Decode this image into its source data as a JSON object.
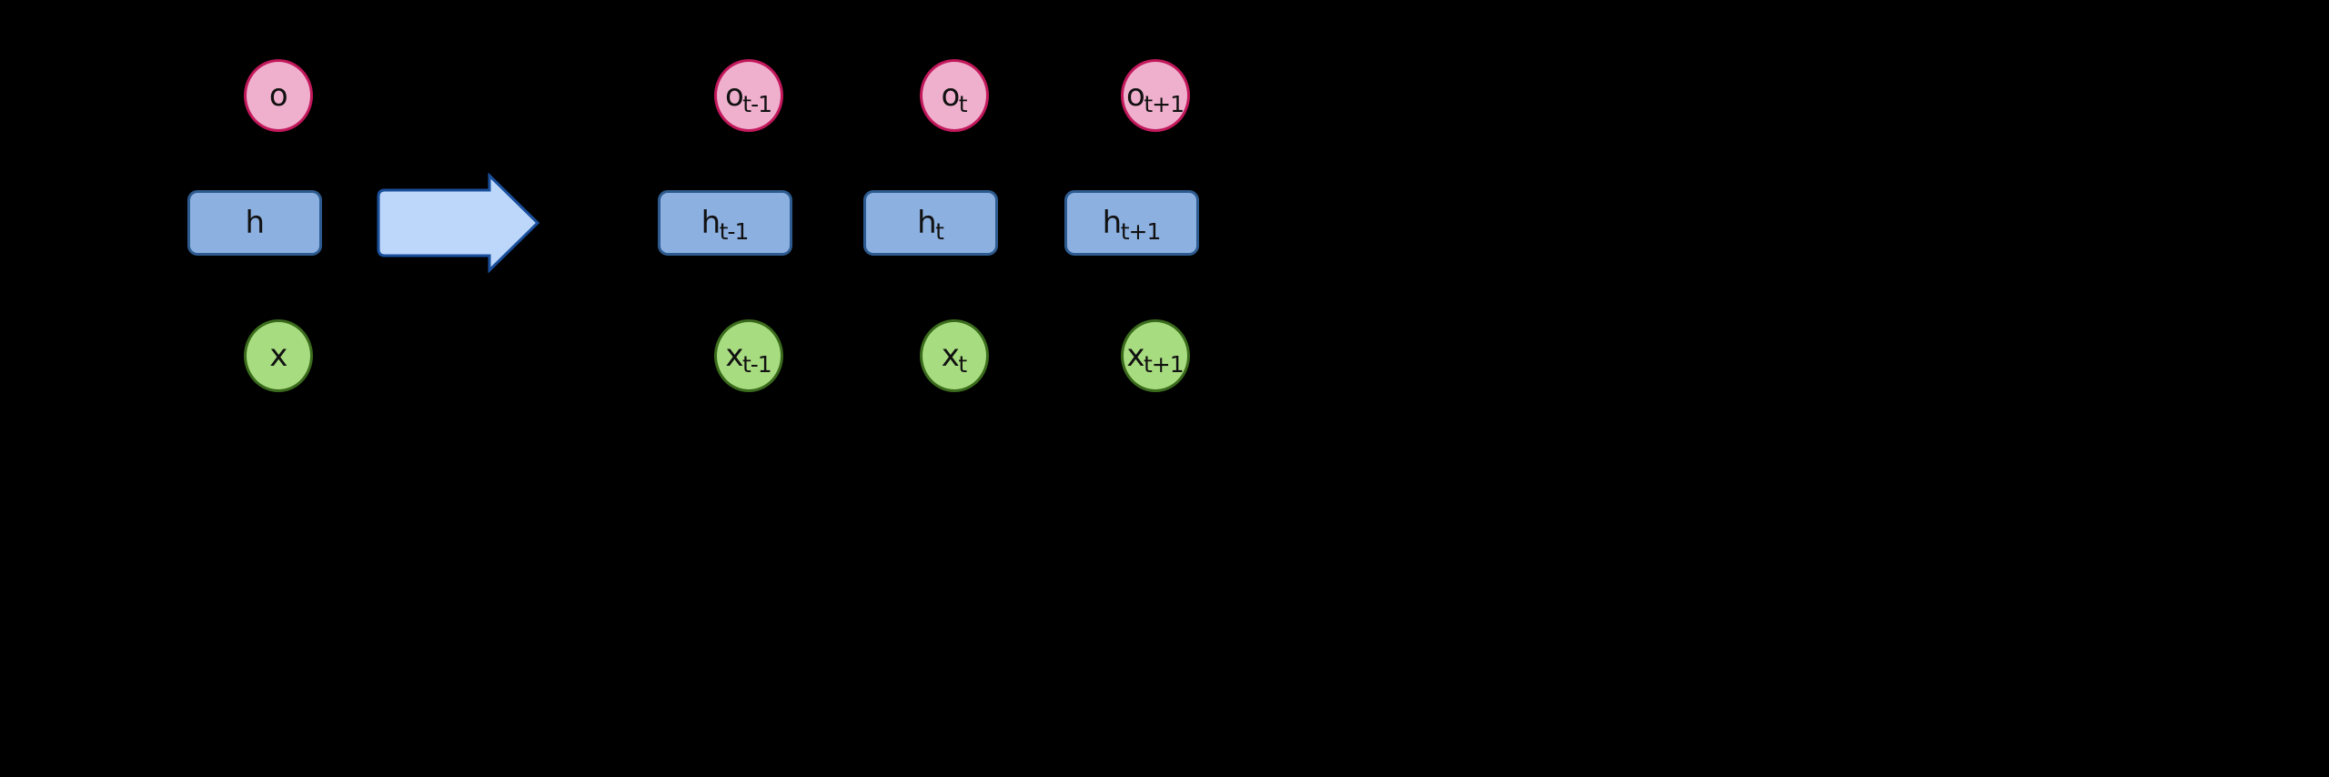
{
  "figure": {
    "type": "diagram",
    "subject": "recurrent-neural-network-unfolding",
    "background_color": "#000000"
  },
  "colors": {
    "background": "#000000",
    "output_fill": "#EFB0CD",
    "output_stroke": "#C2185B",
    "hidden_fill": "#8CB0E0",
    "hidden_stroke": "#2E5B8F",
    "input_fill": "#A8DC80",
    "input_stroke": "#3A6B1C",
    "arrow_fill": "#BDD7FA",
    "arrow_stroke": "#1A4F9C",
    "label_text": "#111111"
  },
  "folded": {
    "output": {
      "base": "o",
      "sub": ""
    },
    "hidden": {
      "base": "h",
      "sub": ""
    },
    "input": {
      "base": "x",
      "sub": ""
    }
  },
  "arrow": {
    "icon": "right-arrow-icon",
    "direction": "right"
  },
  "unfolded": {
    "steps": [
      {
        "step_id": "t-1",
        "output": {
          "base": "o",
          "sub": "t-1"
        },
        "hidden": {
          "base": "h",
          "sub": "t-1"
        },
        "input": {
          "base": "x",
          "sub": "t-1"
        }
      },
      {
        "step_id": "t",
        "output": {
          "base": "o",
          "sub": "t"
        },
        "hidden": {
          "base": "h",
          "sub": "t"
        },
        "input": {
          "base": "x",
          "sub": "t"
        }
      },
      {
        "step_id": "t+1",
        "output": {
          "base": "o",
          "sub": "t+1"
        },
        "hidden": {
          "base": "h",
          "sub": "t+1"
        },
        "input": {
          "base": "x",
          "sub": "t+1"
        }
      }
    ]
  }
}
